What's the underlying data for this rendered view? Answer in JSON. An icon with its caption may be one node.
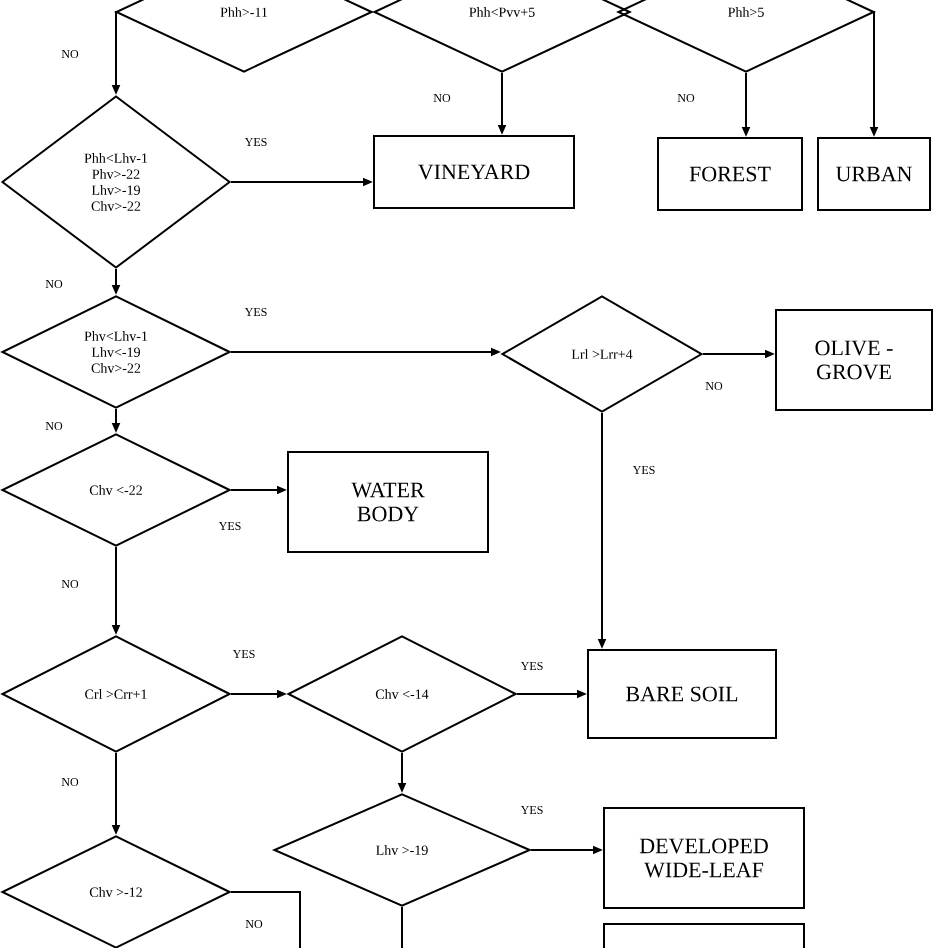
{
  "diagram": {
    "nodes": [
      {
        "text": [
          "Phh>-11"
        ]
      },
      {
        "text": [
          "Phh<Pvv+5"
        ]
      },
      {
        "text": [
          "Phh>5"
        ]
      },
      {
        "text": [
          "VINEYARD"
        ]
      },
      {
        "text": [
          "FOREST"
        ]
      },
      {
        "text": [
          "URBAN"
        ]
      },
      {
        "text": [
          "Phh<Lhv-1 Phv>-22 Lhv>-19 Chv>-22"
        ]
      },
      {
        "text": [
          "Phv<Lhv-1 Lhv<-19 Chv>-22"
        ]
      },
      {
        "text": [
          "Lrl >Lrr+4"
        ]
      },
      {
        "text": [
          "OLIVE - GROVE"
        ]
      },
      {
        "text": [
          "Chv <-22"
        ]
      },
      {
        "text": [
          "WATER BODY"
        ]
      },
      {
        "text": [
          "Crl >Crr+1"
        ]
      },
      {
        "text": [
          "Chv <-14"
        ]
      },
      {
        "text": [
          "BARE SOIL"
        ]
      },
      {
        "text": [
          "Lhv >-19"
        ]
      },
      {
        "text": [
          "DEVELOPED WIDE-LEAF"
        ]
      },
      {
        "text": [
          "Chv >-12"
        ]
      },
      {
        "text": [],
        "shape": "box"
      }
    ],
    "edges": [
      {
        "from": 0,
        "to": 6,
        "arrow": "to",
        "label": "NO"
      },
      {
        "from": 1,
        "to": 3,
        "arrow": "to",
        "label": "NO"
      },
      {
        "from": 2,
        "to": 4,
        "arrow": "to",
        "label": "NO"
      },
      {
        "from": 2,
        "to": 5,
        "arrow": "to"
      },
      {
        "from": 6,
        "to": 3,
        "arrow": "to",
        "label": "YES"
      },
      {
        "from": 6,
        "to": 7,
        "arrow": "to",
        "label": "NO"
      },
      {
        "from": 7,
        "to": 8,
        "arrow": "to",
        "label": "YES"
      },
      {
        "from": 8,
        "to": 9,
        "arrow": "to",
        "label": "NO"
      },
      {
        "from": 8,
        "to": 14,
        "arrow": "to",
        "label": "YES"
      },
      {
        "from": 7,
        "to": 10,
        "arrow": "to",
        "label": "NO"
      },
      {
        "from": 10,
        "to": 11,
        "arrow": "to",
        "label": "YES"
      },
      {
        "from": 10,
        "to": 12,
        "arrow": "to",
        "label": "NO"
      },
      {
        "from": 12,
        "to": 13,
        "arrow": "to",
        "label": "YES"
      },
      {
        "from": 13,
        "to": 14,
        "arrow": "to",
        "label": "YES"
      },
      {
        "from": 13,
        "to": 15,
        "arrow": "to"
      },
      {
        "from": 15,
        "to": 16,
        "arrow": "to",
        "label": "YES"
      },
      {
        "from": 12,
        "to": 17,
        "arrow": "to",
        "label": "NO"
      },
      {
        "from": 17,
        "to": null,
        "arrow": "none",
        "label": "NO"
      },
      {
        "from": 15,
        "to": null,
        "arrow": "none"
      }
    ]
  }
}
